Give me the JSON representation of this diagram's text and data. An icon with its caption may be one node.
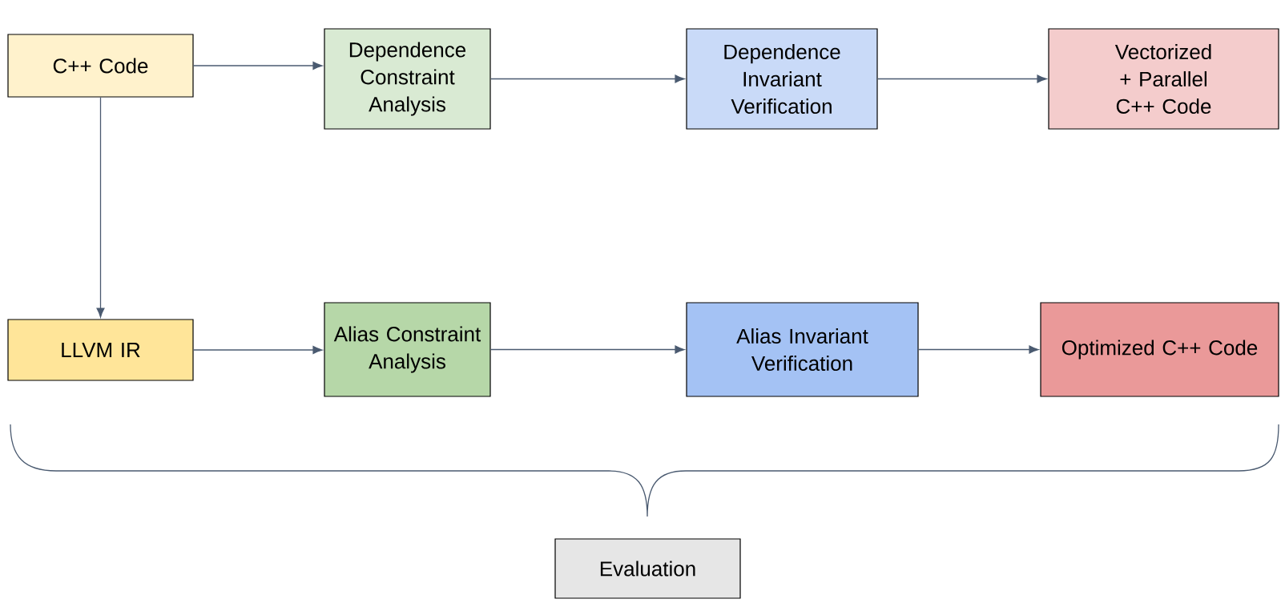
{
  "diagram": {
    "nodes": [
      {
        "text": [
          "C++ Code"
        ]
      },
      {
        "text": [
          "Dependence Constraint Analysis"
        ]
      },
      {
        "text": [
          "Dependence Invariant Verification"
        ]
      },
      {
        "text": [
          "Vectorized + Parallel C++ Code"
        ]
      },
      {
        "text": [
          "LLVM IR"
        ]
      },
      {
        "text": [
          "Alias Constraint Analysis"
        ]
      },
      {
        "text": [
          "Alias Invariant Verification"
        ]
      },
      {
        "text": [
          "Optimized C++ Code"
        ]
      },
      {
        "text": [
          "Evaluation"
        ]
      }
    ],
    "edges": [
      {
        "from": 0,
        "to": 1,
        "arrow": "to"
      },
      {
        "from": 1,
        "to": 2,
        "arrow": "to"
      },
      {
        "from": 2,
        "to": 3,
        "arrow": "to"
      },
      {
        "from": 0,
        "to": 4,
        "arrow": "to"
      },
      {
        "from": 4,
        "to": 5,
        "arrow": "to"
      },
      {
        "from": 5,
        "to": 6,
        "arrow": "to"
      },
      {
        "from": 6,
        "to": 7,
        "arrow": "to"
      }
    ]
  }
}
